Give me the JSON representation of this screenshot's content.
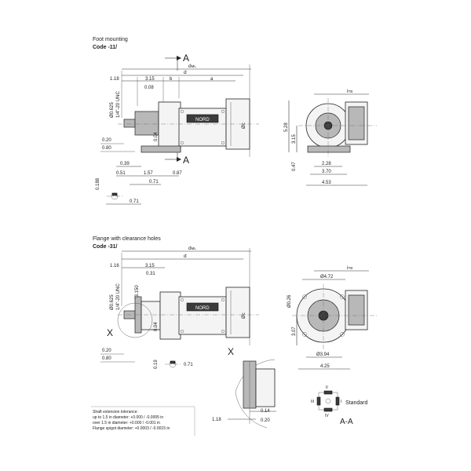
{
  "section1": {
    "title": "Foot mounting",
    "code": "Code -11/",
    "section_letter": "A",
    "dims": {
      "d_ml": "d",
      "d_ml_sub": "ML",
      "d": "d",
      "a": "a",
      "b": "b",
      "d1_18": "1.18",
      "d3_15": "3.15",
      "d0_08": "0.08",
      "shaft_dia": "Ø0.625",
      "thread": "1/4\"-20 UNC",
      "d0_20": "0.20",
      "d0_80": "0.80",
      "d0_04": "0.04",
      "d0_39": "0.39",
      "d0_51": "0.51",
      "d1_57": "1.57",
      "d0_87": "0.87",
      "d0_71a": "0.71",
      "d0_188": "0.188",
      "d0_71b": "0.71",
      "phi_c": "Øc",
      "i_tb": "i",
      "i_tb_sub": "TB",
      "d5_28": "5.28",
      "d3_15v": "3.15",
      "d0_47": "0.47",
      "d2_28": "2.28",
      "d3_70": "3.70",
      "d4_53": "4.53"
    }
  },
  "section2": {
    "title": "Flange with clearance holes",
    "code": "Code -31/",
    "detail_letter": "X",
    "dims": {
      "d_ml": "d",
      "d_ml_sub": "ML",
      "d": "d",
      "d1_16": "1.16",
      "d3_15": "3.15",
      "d0_31": "0.31",
      "shaft_dia": "Ø0.625",
      "thread": "1/4\"-20 UNC",
      "spigot": "Ø3.150",
      "d0_20": "0.20",
      "d0_80": "0.80",
      "d0_04": "0.04",
      "d0_19": "0.19",
      "d0_71": "0.71",
      "phi_c": "Øc",
      "i_tb": "i",
      "i_tb_sub": "TB",
      "d4_72": "Ø4.72",
      "d0_26": "Ø0.26",
      "d3_07": "3.07",
      "d3_94": "Ø3.94",
      "d4_25": "4.25",
      "d1_18": "1.18",
      "d0_14": "0.14",
      "d0_20b": "0.20"
    }
  },
  "note": {
    "line1": "Shaft extension tolerance:",
    "line2": "up to 1.5 in diameter: +0.000 / -0.0005 in",
    "line3": "over 1.5 in diameter: +0.000 / -0.001 in",
    "line4": "Flange spigot diameter: +0.0003 / -0.0015 in"
  },
  "terminal_box": {
    "label": "Standard",
    "section": "A-A",
    "pos_top": "II",
    "pos_left": "III",
    "pos_right": "I",
    "pos_bottom": "IV"
  },
  "brand": "NORD"
}
